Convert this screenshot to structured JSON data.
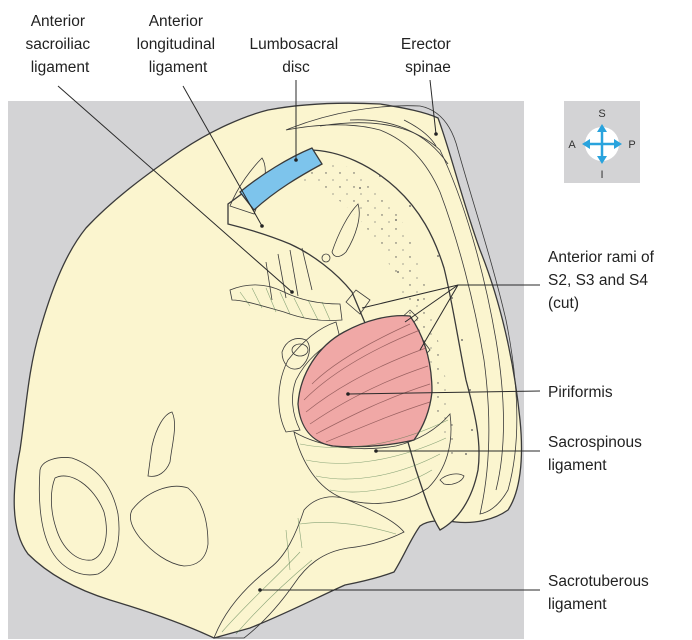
{
  "labels": {
    "anterior_sacroiliac": [
      "Anterior",
      "sacroiliac",
      "ligament"
    ],
    "anterior_longitudinal": [
      "Anterior",
      "longitudinal",
      "ligament"
    ],
    "lumbosacral_disc": [
      "Lumbosacral",
      "disc"
    ],
    "erector_spinae": [
      "Erector",
      "spinae"
    ],
    "anterior_rami": [
      "Anterior rami of",
      "S2, S3 and S4",
      "(cut)"
    ],
    "piriformis": [
      "Piriformis"
    ],
    "sacrospinous": [
      "Sacrospinous",
      "ligament"
    ],
    "sacrotuberous": [
      "Sacrotuberous",
      "ligament"
    ]
  },
  "orientation": {
    "superior": "S",
    "inferior": "I",
    "anterior": "A",
    "posterior": "P"
  },
  "colors": {
    "background": "#d3d3d5",
    "bone": "#fbf5cf",
    "ligament_green": "#8fc98a",
    "muscle_pink": "#f0a8a6",
    "disc_blue": "#7dc4ec",
    "compass_arrow": "#29a3dd"
  }
}
